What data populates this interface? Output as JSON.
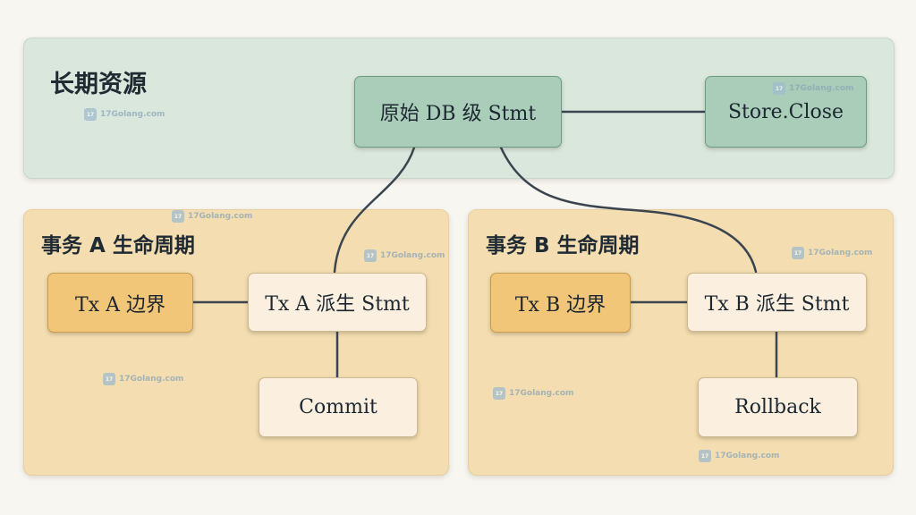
{
  "groups": {
    "top": {
      "title": "长期资源"
    },
    "a": {
      "title": "事务 A 生命周期"
    },
    "b": {
      "title": "事务 B 生命周期"
    }
  },
  "nodes": {
    "db_stmt": "原始 DB 级 Stmt",
    "store_close": "Store.Close",
    "tx_a": "Tx A 边界",
    "tx_a_stmt": "Tx A 派生 Stmt",
    "commit": "Commit",
    "tx_b": "Tx B 边界",
    "tx_b_stmt": "Tx B 派生 Stmt",
    "rollback": "Rollback"
  },
  "watermark": "17Golang.com",
  "colors": {
    "long_lived_panel": "#d9e7dc",
    "tx_panel": "#f3ddb1",
    "green_node": "#a9cdb8",
    "cream_node": "#fbf0df",
    "orange_node": "#f1c678",
    "connector": "#3a4550"
  }
}
